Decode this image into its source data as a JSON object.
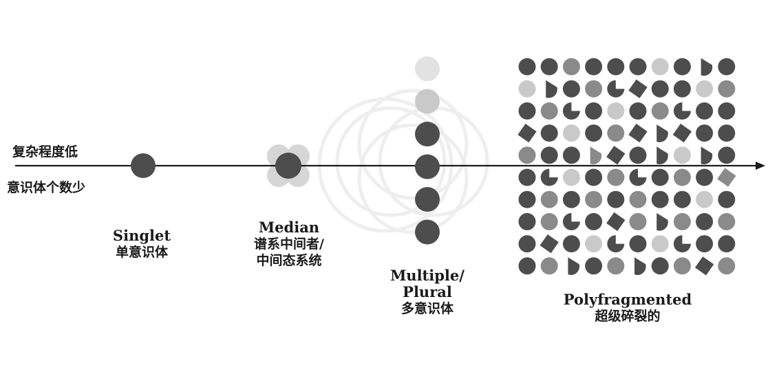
{
  "axis": {
    "low_complexity_label": "复杂程度低",
    "few_identities_label": "意识体个数少"
  },
  "stages": [
    {
      "id": "singlet",
      "name_en": "Singlet",
      "name_zh_lines": [
        "单意识体"
      ]
    },
    {
      "id": "median",
      "name_en": "Median",
      "name_zh_lines": [
        "谱系中间者/",
        "中间态系统"
      ]
    },
    {
      "id": "multiple",
      "name_en_lines": [
        "Multiple/",
        "Plural"
      ],
      "name_zh_lines": [
        "多意识体"
      ]
    },
    {
      "id": "polyfragmented",
      "name_en": "Polyfragmented",
      "name_zh_lines": [
        "超级碎裂的"
      ]
    }
  ],
  "colors": {
    "dark": "#4d4d4d",
    "mid": "#8a8a8a",
    "light": "#c9c9c9",
    "faint": "#e2e2e2",
    "axis": "#1a1a1a"
  },
  "multiple_column_shades": [
    "faint",
    "light",
    "dark",
    "dark",
    "dark",
    "dark"
  ],
  "polyfragmented_grid": [
    [
      "d",
      "d",
      "m",
      "d",
      "d",
      "d",
      "l",
      "d",
      "d",
      "d"
    ],
    [
      "l",
      "d",
      "d",
      "m",
      "d",
      "d",
      "d",
      "d",
      "l",
      "m"
    ],
    [
      "d",
      "m",
      "d",
      "d",
      "l",
      "d",
      "m",
      "d",
      "d",
      "d"
    ],
    [
      "d",
      "d",
      "l",
      "d",
      "m",
      "d",
      "d",
      "d",
      "d",
      "d"
    ],
    [
      "m",
      "d",
      "d",
      "m",
      "d",
      "d",
      "d",
      "l",
      "d",
      "d"
    ],
    [
      "d",
      "d",
      "l",
      "d",
      "m",
      "d",
      "d",
      "m",
      "d",
      "m"
    ],
    [
      "d",
      "m",
      "d",
      "m",
      "d",
      "m",
      "d",
      "d",
      "l",
      "d"
    ],
    [
      "d",
      "m",
      "d",
      "d",
      "d",
      "m",
      "d",
      "m",
      "d",
      "m"
    ],
    [
      "d",
      "d",
      "d",
      "l",
      "d",
      "d",
      "l",
      "d",
      "d",
      "d"
    ],
    [
      "d",
      "m",
      "d",
      "d",
      "m",
      "d",
      "d",
      "m",
      "d",
      "m"
    ]
  ],
  "polyfragmented_shapes": [
    [
      "c",
      "c",
      "c",
      "c",
      "c",
      "c",
      "c",
      "c",
      "h",
      "c"
    ],
    [
      "c",
      "h",
      "c",
      "c",
      "p",
      "q",
      "c",
      "c",
      "c",
      "c"
    ],
    [
      "c",
      "c",
      "p",
      "c",
      "c",
      "c",
      "c",
      "p",
      "c",
      "c"
    ],
    [
      "q",
      "c",
      "c",
      "c",
      "c",
      "q",
      "h",
      "q",
      "c",
      "c"
    ],
    [
      "c",
      "c",
      "c",
      "h",
      "q",
      "c",
      "h",
      "c",
      "h",
      "c"
    ],
    [
      "c",
      "p",
      "c",
      "c",
      "c",
      "p",
      "c",
      "c",
      "c",
      "q"
    ],
    [
      "c",
      "c",
      "c",
      "c",
      "c",
      "c",
      "c",
      "c",
      "c",
      "c"
    ],
    [
      "c",
      "c",
      "p",
      "c",
      "q",
      "c",
      "h",
      "c",
      "c",
      "c"
    ],
    [
      "c",
      "q",
      "c",
      "c",
      "p",
      "c",
      "c",
      "p",
      "c",
      "c"
    ],
    [
      "c",
      "c",
      "h",
      "c",
      "c",
      "h",
      "c",
      "c",
      "q",
      "c"
    ]
  ]
}
